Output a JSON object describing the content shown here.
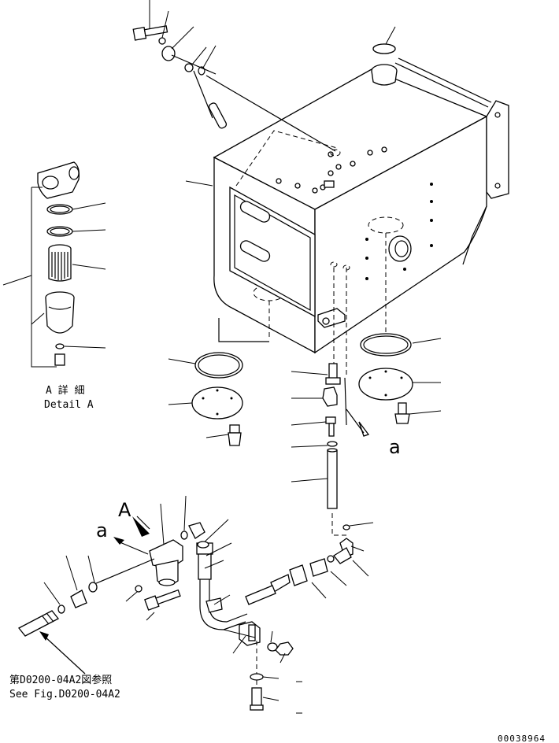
{
  "detail_a": {
    "title_jp": "A 詳 細",
    "title_en": "Detail A"
  },
  "view_letter": "A",
  "ref_letter_1": "a",
  "ref_letter_2": "a",
  "see_fig": {
    "jp": "第D0200-04A2図参照",
    "en": "See Fig.D0200-04A2"
  },
  "drawing_number": "00038964"
}
